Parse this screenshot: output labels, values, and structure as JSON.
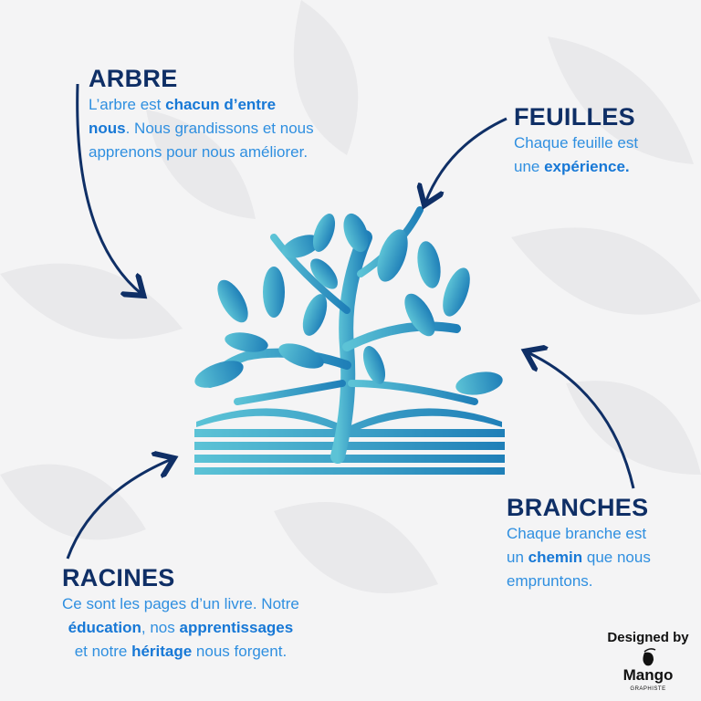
{
  "sections": {
    "arbre": {
      "title": "ARBRE",
      "lines": [
        [
          {
            "t": "L’arbre est ",
            "b": false
          },
          {
            "t": "chacun d’entre",
            "b": true
          }
        ],
        [
          {
            "t": "nous",
            "b": true
          },
          {
            "t": ". Nous grandissons et nous",
            "b": false
          }
        ],
        [
          {
            "t": "apprenons pour nous améliorer.",
            "b": false
          }
        ]
      ]
    },
    "feuilles": {
      "title": "FEUILLES",
      "lines": [
        [
          {
            "t": "Chaque feuille est",
            "b": false
          }
        ],
        [
          {
            "t": "une ",
            "b": false
          },
          {
            "t": "expérience.",
            "b": true
          }
        ]
      ]
    },
    "branches": {
      "title": "BRANCHES",
      "lines": [
        [
          {
            "t": "Chaque branche est",
            "b": false
          }
        ],
        [
          {
            "t": "un ",
            "b": false
          },
          {
            "t": "chemin",
            "b": true
          },
          {
            "t": " que nous",
            "b": false
          }
        ],
        [
          {
            "t": "empruntons.",
            "b": false
          }
        ]
      ]
    },
    "racines": {
      "title": "RACINES",
      "lines": [
        [
          {
            "t": "Ce sont les pages d’un livre. Notre",
            "b": false
          }
        ],
        [
          {
            "t": "éducation",
            "b": true
          },
          {
            "t": ", nos ",
            "b": false
          },
          {
            "t": "apprentissages",
            "b": true
          }
        ],
        [
          {
            "t": "et notre ",
            "b": false
          },
          {
            "t": "héritage",
            "b": true
          },
          {
            "t": " nous forgent.",
            "b": false
          }
        ]
      ]
    }
  },
  "credit": {
    "designed_by": "Designed by",
    "brand": "Mango",
    "sub": "GRAPHISTE"
  },
  "colors": {
    "heading": "#0f2f66",
    "text": "#2f8fe0",
    "tree_light": "#5cc3d6",
    "tree_dark": "#1f7fb8"
  }
}
